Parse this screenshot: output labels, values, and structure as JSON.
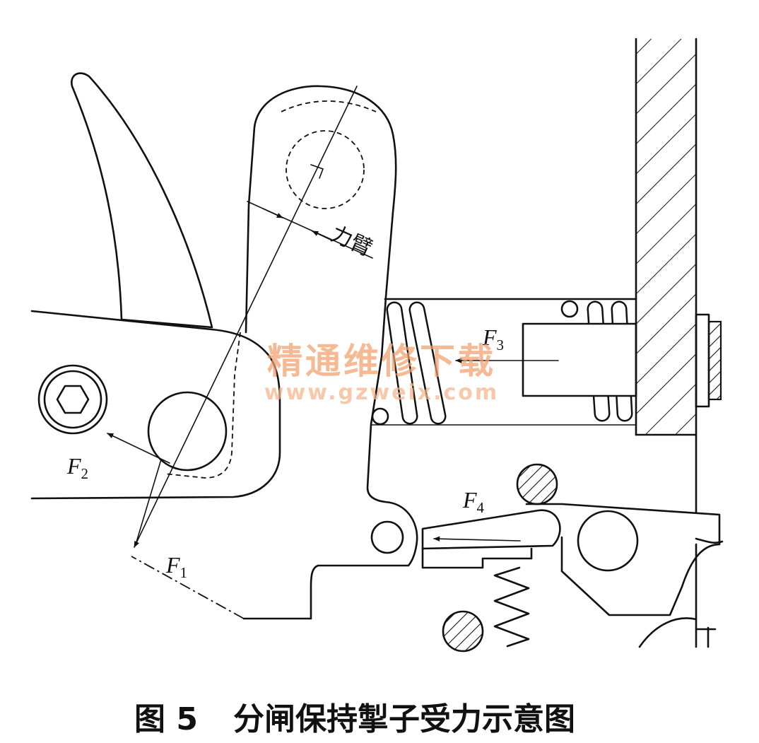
{
  "labels": {
    "lever_arm": "力臂",
    "f1": {
      "symbol": "F",
      "subscript": "1"
    },
    "f2": {
      "symbol": "F",
      "subscript": "2"
    },
    "f3": {
      "symbol": "F",
      "subscript": "3"
    },
    "f4": {
      "symbol": "F",
      "subscript": "4"
    }
  },
  "watermark": {
    "name": "精通维修下载",
    "url": "www.gzweix.com"
  },
  "caption": {
    "number": "图 5",
    "title": "分闸保持掣子受力示意图"
  },
  "colors": {
    "line": "#111111",
    "watermark": "#f2a06c",
    "background": "#ffffff"
  }
}
